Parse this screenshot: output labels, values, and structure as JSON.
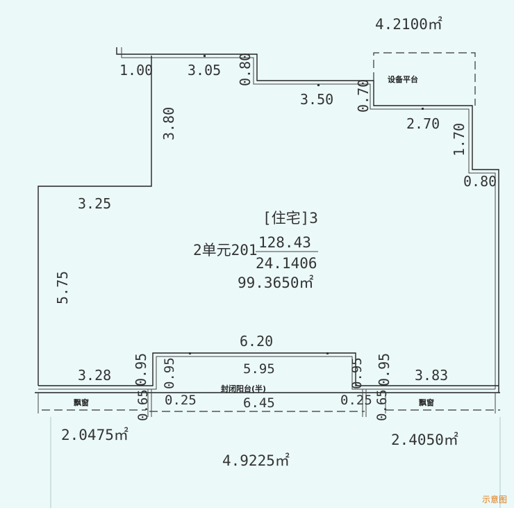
{
  "areas": {
    "top_right": "4.2100㎡",
    "left_bottom": "2.0475㎡",
    "right_bottom": "2.4050㎡",
    "bottom_total": "4.9225㎡"
  },
  "unit": {
    "type_label": "[住宅]3",
    "unit_name": "2单元201",
    "build_area": "128.43",
    "share_area": "24.1406",
    "inner_area": "99.3650㎡"
  },
  "labels": {
    "equipment_platform": "设备平台",
    "balcony": "封闭阳台(半)",
    "bay_window_left": "飘窗",
    "bay_window_right": "飘窗"
  },
  "dimensions": {
    "d_100": "1.00",
    "d_305": "3.05",
    "d_080_top": "0.80",
    "d_350": "3.50",
    "d_070": "0.70",
    "d_270": "2.70",
    "d_170": "1.70",
    "d_080_right": "0.80",
    "d_380": "3.80",
    "d_325": "3.25",
    "d_575": "5.75",
    "d_620": "6.20",
    "d_595": "5.95",
    "d_645": "6.45",
    "d_328": "3.28",
    "d_383": "3.83",
    "d_095_a": "0.95",
    "d_095_b": "0.95",
    "d_095_c": "0.95",
    "d_095_d": "0.95",
    "d_065_a": "0.65",
    "d_065_b": "0.65",
    "d_025_a": "0.25",
    "d_025_b": "0.25"
  },
  "watermark": "示意图"
}
